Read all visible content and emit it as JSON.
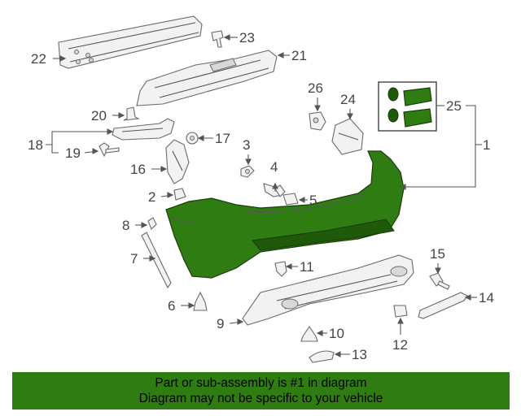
{
  "callouts": [
    "1",
    "2",
    "3",
    "4",
    "5",
    "6",
    "7",
    "8",
    "9",
    "10",
    "11",
    "12",
    "13",
    "14",
    "15",
    "16",
    "17",
    "18",
    "19",
    "20",
    "21",
    "22",
    "23",
    "24",
    "25",
    "26"
  ],
  "banner": {
    "line1": "Part or sub-assembly is #1 in diagram",
    "line2": "Diagram may not be specific to your vehicle"
  },
  "colors": {
    "highlight": "#2f7d12",
    "banner": "#2f7d12",
    "outline": "#6a6a6a"
  }
}
